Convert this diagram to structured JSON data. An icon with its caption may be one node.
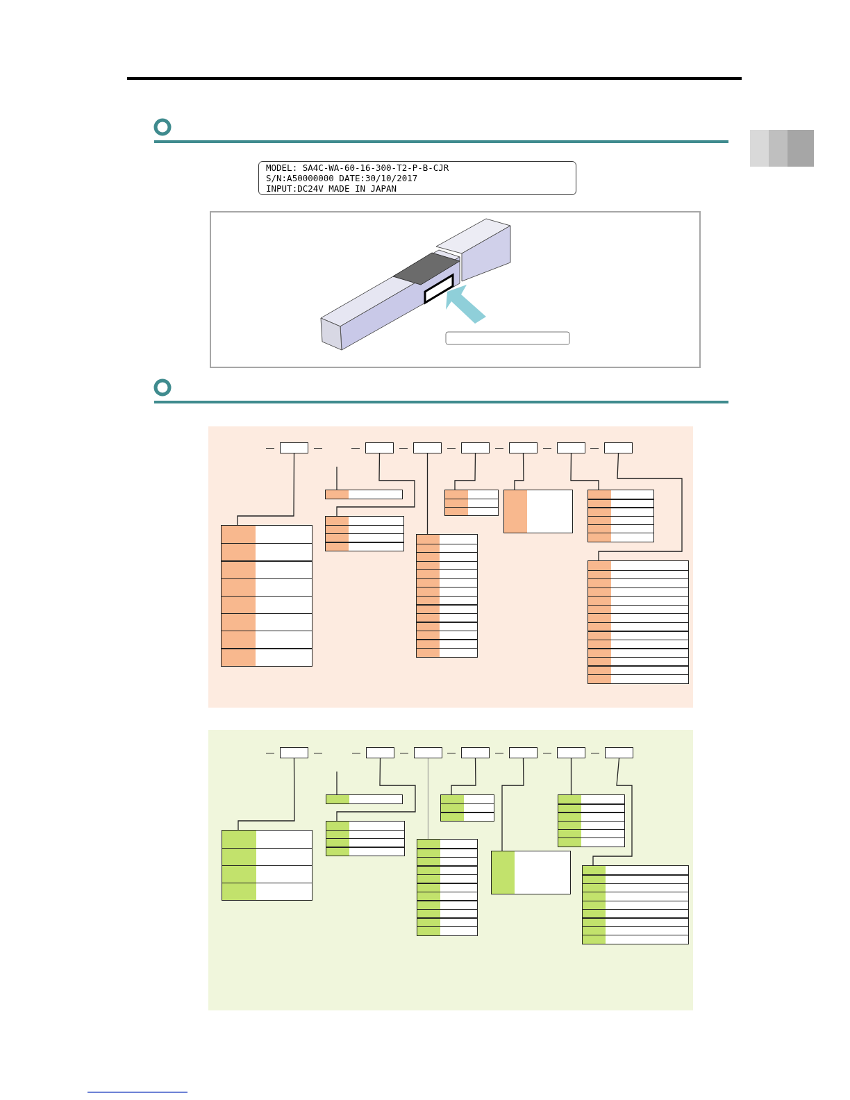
{
  "diagram": {
    "nodes": [
      {
        "text": [
          "MODEL: SA4C-WA-60-16-300-T2-P-B-CJR",
          "S/N:A50000000 DATE:30/10/2017",
          "INPUT:DC24V MADE IN JAPAN"
        ]
      },
      {
        "text": [],
        "shape": "box"
      },
      {
        "text": [],
        "shape": "box",
        "in": 1
      },
      {
        "text": [],
        "shape": "box",
        "in": 1
      },
      {
        "text": [],
        "shape": "box",
        "in": 1
      },
      {
        "text": [],
        "shape": "box",
        "in": 1
      },
      {
        "text": [],
        "shape": "box",
        "in": 1
      },
      {
        "text": [],
        "shape": "box",
        "in": 1
      },
      {
        "text": [],
        "shape": "box",
        "in": 1
      },
      {
        "text": [],
        "shape": "box",
        "in": 1
      },
      {
        "text": [],
        "shape": "box",
        "in": 1
      },
      {
        "text": [],
        "shape": "box",
        "in": 1
      },
      {
        "text": [],
        "shape": "box",
        "in": 1
      },
      {
        "text": [],
        "shape": "box",
        "in": 1
      },
      {
        "text": [],
        "shape": "box",
        "in": 1
      },
      {
        "text": [],
        "shape": "box",
        "in": 1
      },
      {
        "text": [],
        "shape": "box",
        "in": 1
      },
      {
        "text": [],
        "shape": "box"
      },
      {
        "text": [],
        "shape": "box",
        "in": 17
      },
      {
        "text": [],
        "shape": "box",
        "in": 17
      },
      {
        "text": [],
        "shape": "box",
        "in": 17
      },
      {
        "text": [],
        "shape": "box",
        "in": 17
      },
      {
        "text": [],
        "shape": "box",
        "in": 17
      },
      {
        "text": [],
        "shape": "box",
        "in": 17
      },
      {
        "text": [],
        "shape": "box",
        "in": 17
      },
      {
        "text": [],
        "shape": "box",
        "in": 17
      },
      {
        "text": [],
        "shape": "box",
        "in": 17
      },
      {
        "text": [],
        "shape": "box",
        "in": 17
      },
      {
        "text": [],
        "shape": "box",
        "in": 17
      },
      {
        "text": [],
        "shape": "box",
        "in": 17
      },
      {
        "text": [],
        "shape": "box",
        "in": 17
      },
      {
        "text": [],
        "shape": "box",
        "in": 17
      },
      {
        "text": [],
        "shape": "box",
        "in": 17
      }
    ],
    "edges": [
      {
        "from": 2,
        "to": 9,
        "arrow": "none"
      },
      {
        "from": null,
        "to": 10,
        "arrow": "none"
      },
      {
        "from": 3,
        "to": 11,
        "arrow": "none"
      },
      {
        "from": 4,
        "to": 12,
        "arrow": "none"
      },
      {
        "from": 5,
        "to": 13,
        "arrow": "none"
      },
      {
        "from": 6,
        "to": 14,
        "arrow": "none"
      },
      {
        "from": 7,
        "to": 15,
        "arrow": "none"
      },
      {
        "from": 8,
        "to": 16,
        "arrow": "none"
      },
      {
        "from": 18,
        "to": 25,
        "arrow": "none"
      },
      {
        "from": null,
        "to": 26,
        "arrow": "none"
      },
      {
        "from": 19,
        "to": 27,
        "arrow": "none"
      },
      {
        "from": 20,
        "to": 28,
        "arrow": "none",
        "color": "#a8a8a0"
      },
      {
        "from": 21,
        "to": 29,
        "arrow": "none"
      },
      {
        "from": 22,
        "to": 30,
        "arrow": "none"
      },
      {
        "from": 23,
        "to": 31,
        "arrow": "none"
      },
      {
        "from": 24,
        "to": 32,
        "arrow": "none"
      }
    ]
  }
}
